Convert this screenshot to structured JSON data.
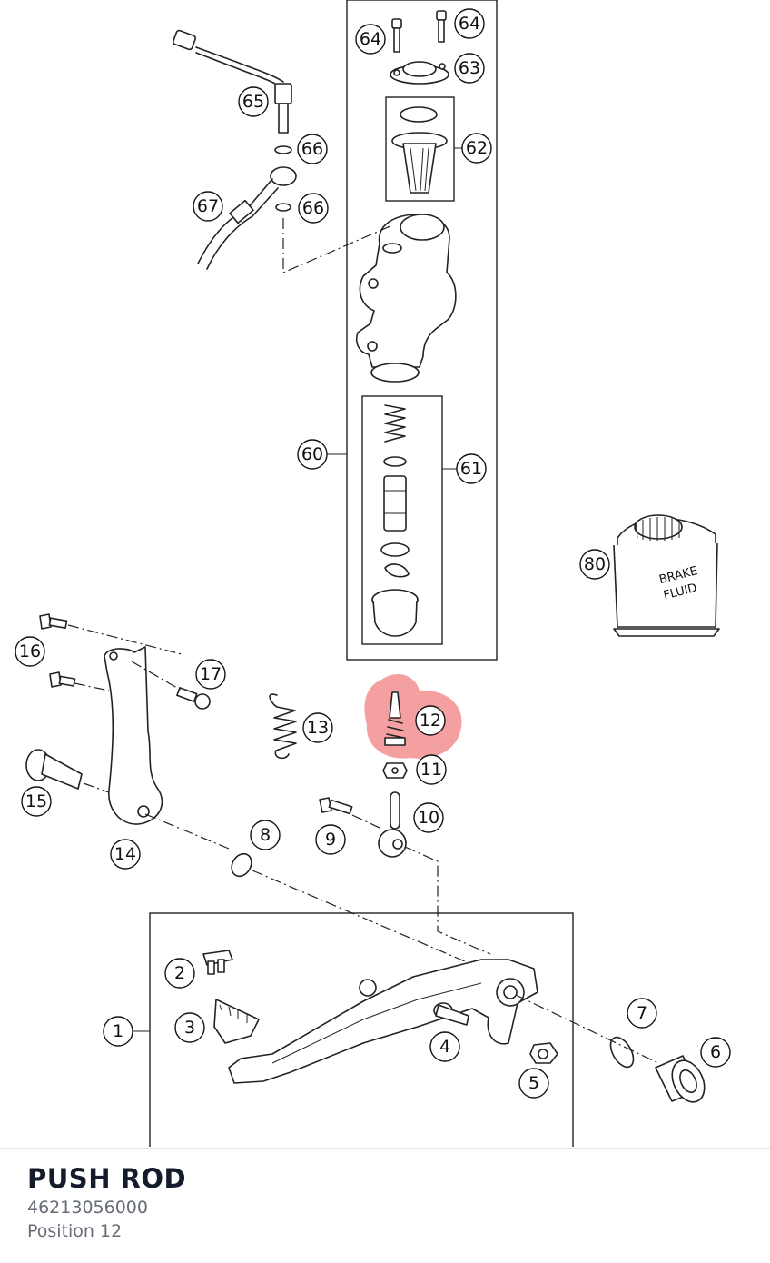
{
  "diagram": {
    "highlight_color": "#f08080",
    "callouts": {
      "c1": "1",
      "c2": "2",
      "c3": "3",
      "c4": "4",
      "c5": "5",
      "c6": "6",
      "c7": "7",
      "c8": "8",
      "c9": "9",
      "c10": "10",
      "c11": "11",
      "c12": "12",
      "c13": "13",
      "c14": "14",
      "c15": "15",
      "c16": "16",
      "c17": "17",
      "c60": "60",
      "c61": "61",
      "c62": "62",
      "c63": "63",
      "c64a": "64",
      "c64b": "64",
      "c65": "65",
      "c66a": "66",
      "c66b": "66",
      "c67": "67",
      "c80": "80"
    },
    "fluid_label_line1": "BRAKE",
    "fluid_label_line2": "FLUID"
  },
  "part_info": {
    "name": "PUSH ROD",
    "number": "46213056000",
    "position": "Position 12"
  }
}
